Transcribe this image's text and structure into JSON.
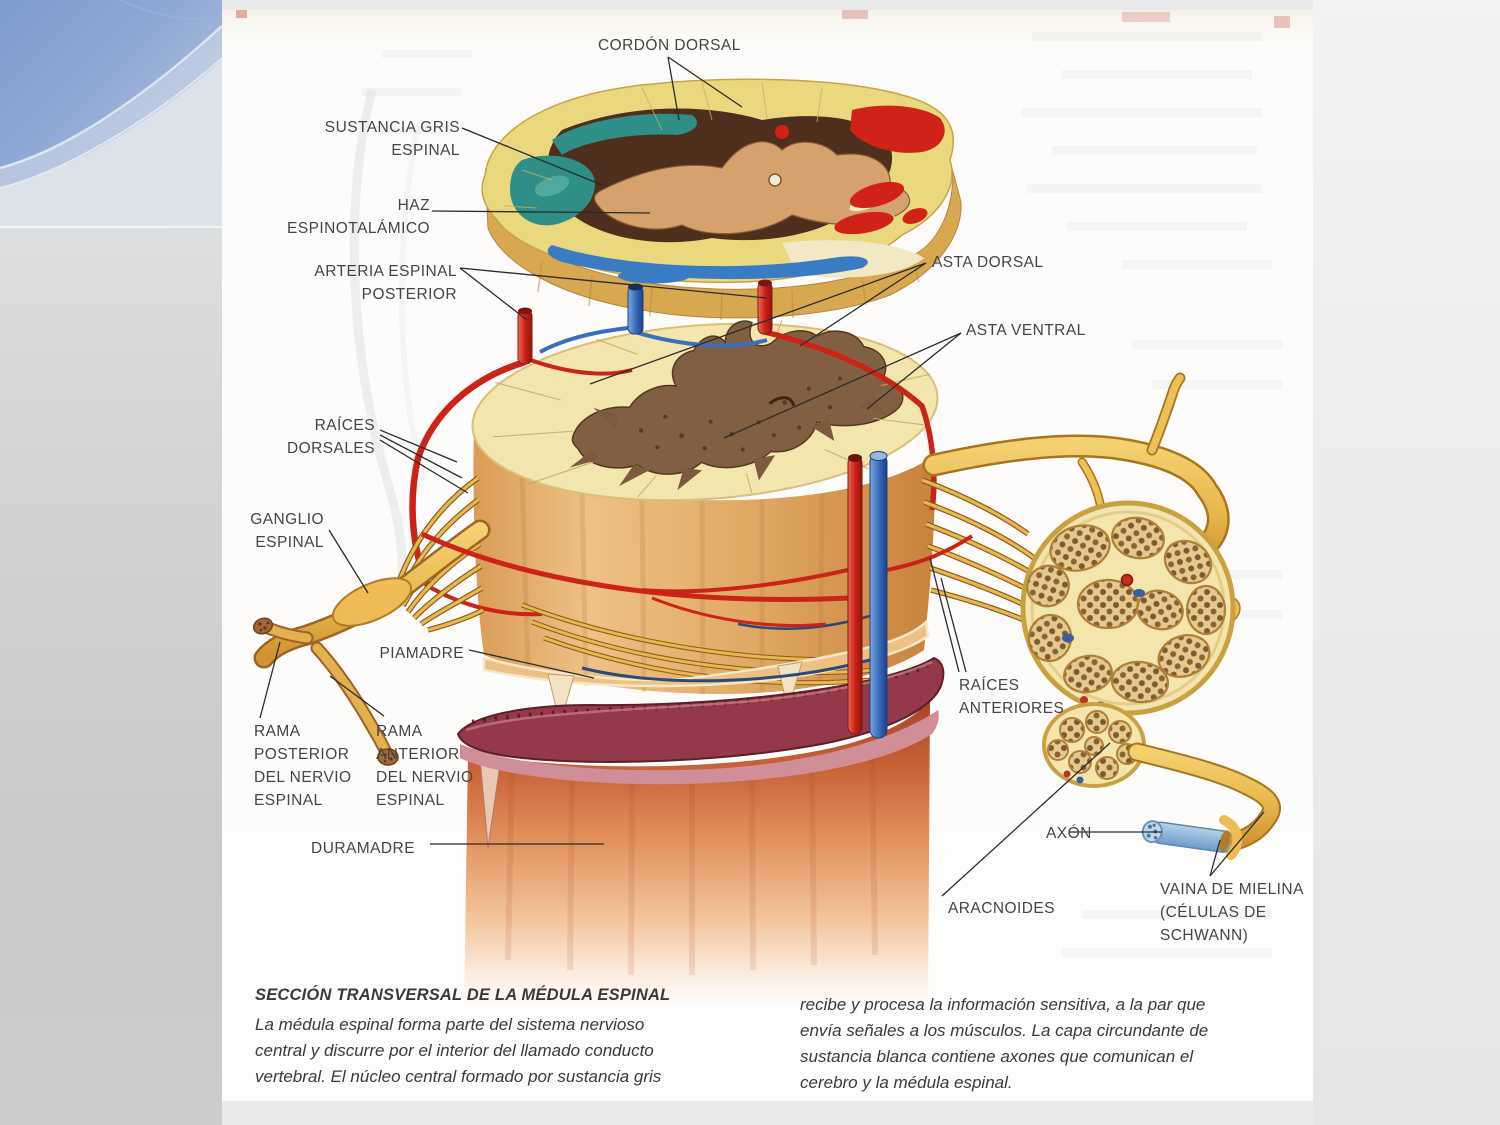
{
  "page": {
    "figure": {
      "labels": {
        "cordon_dorsal": "CORDÓN DORSAL",
        "sustancia_gris_espinal": "SUSTANCIA GRIS\nESPINAL",
        "haz_espinotalamico": "HAZ\nESPINOTALÁMICO",
        "arteria_espinal_posterior": "ARTERIA ESPINAL\nPOSTERIOR",
        "asta_dorsal": "ASTA DORSAL",
        "asta_ventral": "ASTA VENTRAL",
        "raices_dorsales": "RAÍCES\nDORSALES",
        "ganglio_espinal": "GANGLIO\nESPINAL",
        "piamadre": "PIAMADRE",
        "rama_posterior_nervio": "RAMA\nPOSTERIOR\nDEL NERVIO\nESPINAL",
        "rama_anterior_nervio": "RAMA\nANTERIOR\nDEL NERVIO\nESPINAL",
        "duramadre": "DURAMADRE",
        "raices_anteriores": "RAÍCES\nANTERIORES",
        "axon": "AXÓN",
        "aracnoides": "ARACNOIDES",
        "vaina_de_mielina": "VAINA DE MIELINA\n(CÉLULAS DE\nSCHWANN)"
      }
    },
    "caption": {
      "title": "SECCIÓN TRANSVERSAL DE LA MÉDULA ESPINAL",
      "left_text": "La médula espinal forma parte del sistema nervioso\ncentral y discurre por el interior del llamado conducto\nvertebral. El núcleo central formado por sustancia gris",
      "right_text": "recibe y procesa la información sensitiva, a la par que\nenvía señales a los músculos. La capa circundante de\nsustancia blanca contiene  axones que comunican el\ncerebro y la médula espinal."
    }
  },
  "colors": {
    "artery_red": "#cc2318",
    "vein_blue": "#3a6fbe",
    "nerve_yellow": "#e8b84e",
    "nerve_outline": "#a8751f",
    "white_matter_cream": "#f2e6ae",
    "gray_matter_brown": "#7d5a3e",
    "gray_matter_tan": "#d5a26d",
    "tract_teal": "#2f8e86",
    "tract_blue": "#3a7cc4",
    "tract_red": "#cf2318",
    "dura_collar": "#93394a",
    "dura_orange": "#e2915c",
    "axon_blue": "#8fb6da",
    "corner_blue": "#8aa6d6",
    "label_ink": "#454545",
    "caption_ink": "#3a3a3a"
  }
}
